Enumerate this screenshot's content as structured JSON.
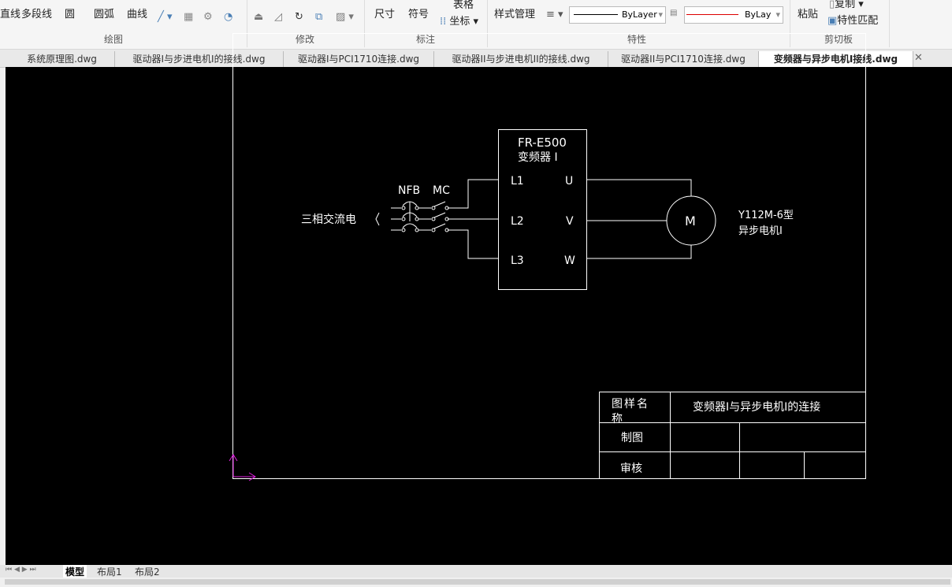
{
  "ribbon": {
    "draw": {
      "line": "直线",
      "polyline": "多段线",
      "circle": "圆",
      "arc": "圆弧",
      "curve": "曲线",
      "group": "绘图"
    },
    "modify": {
      "group": "修改"
    },
    "annotate": {
      "dimension": "尺寸",
      "symbol": "符号",
      "table": "表格",
      "coordinate": "坐标",
      "group": "标注"
    },
    "properties": {
      "style_manager": "样式管理",
      "linetype": "ByLayer",
      "lineweight": "ByLayer",
      "group": "特性"
    },
    "clipboard": {
      "paste": "粘贴",
      "copy": "复制",
      "match": "特性匹配",
      "group": "剪切板"
    }
  },
  "doc_tabs": [
    "系统原理图.dwg",
    "驱动器I与步进电机I的接线.dwg",
    "驱动器I与PCI1710连接.dwg",
    "驱动器II与步进电机II的接线.dwg",
    "驱动器II与PCI1710连接.dwg",
    "变频器与异步电机I接线.dwg"
  ],
  "drawing": {
    "inverter_model": "FR-E500",
    "inverter_name": "变频器 I",
    "terminals": {
      "l1": "L1",
      "l2": "L2",
      "l3": "L3",
      "u": "U",
      "v": "V",
      "w": "W"
    },
    "source": "三相交流电",
    "nfb": "NFB",
    "mc": "MC",
    "motor": "M",
    "motor_model": "Y112M-6型",
    "motor_name": "异步电机I",
    "title_block": {
      "name_label": "图样名称",
      "name_value": "变频器I与异步电机I的连接",
      "drawn_label": "制图",
      "review_label": "审核"
    }
  },
  "layout_tabs": [
    "模型",
    "布局1",
    "布局2"
  ]
}
